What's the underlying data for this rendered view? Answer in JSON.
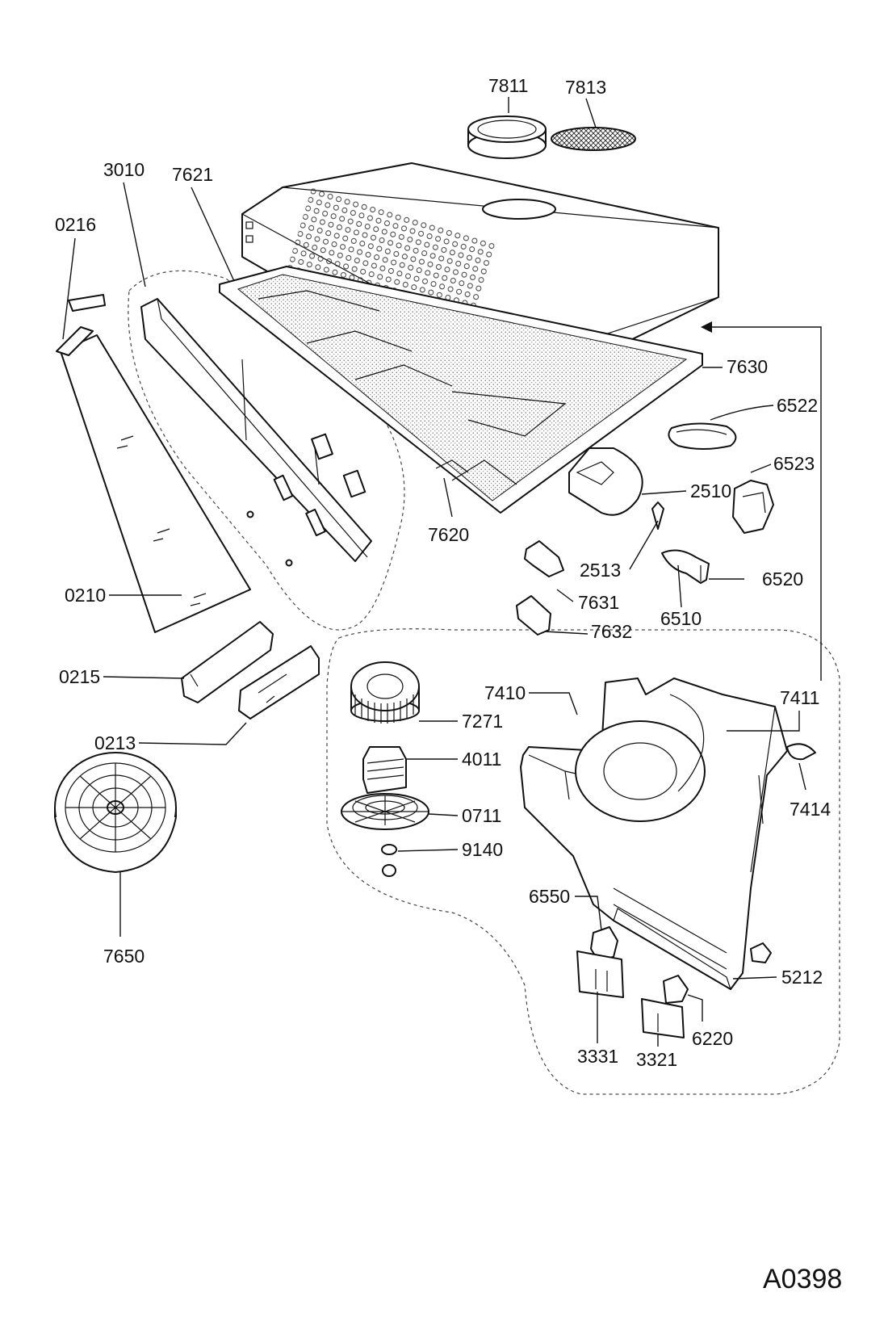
{
  "diagram_code": "A0398",
  "labels": {
    "p7811": "7811",
    "p7813": "7813",
    "p3010": "3010",
    "p7621": "7621",
    "p0216": "0216",
    "p7630": "7630",
    "p6522": "6522",
    "p6523": "6523",
    "p2510": "2510",
    "p7620": "7620",
    "p2513": "2513",
    "p6520": "6520",
    "p7631": "7631",
    "p6510": "6510",
    "p0210": "0210",
    "p7632": "7632",
    "p0215": "0215",
    "p7410": "7410",
    "p7411": "7411",
    "p7271": "7271",
    "p0213": "0213",
    "p4011": "4011",
    "p7414": "7414",
    "p0711": "0711",
    "p9140": "9140",
    "p7650": "7650",
    "p6550": "6550",
    "p5212": "5212",
    "p6220": "6220",
    "p3331": "3331",
    "p3321": "3321"
  }
}
